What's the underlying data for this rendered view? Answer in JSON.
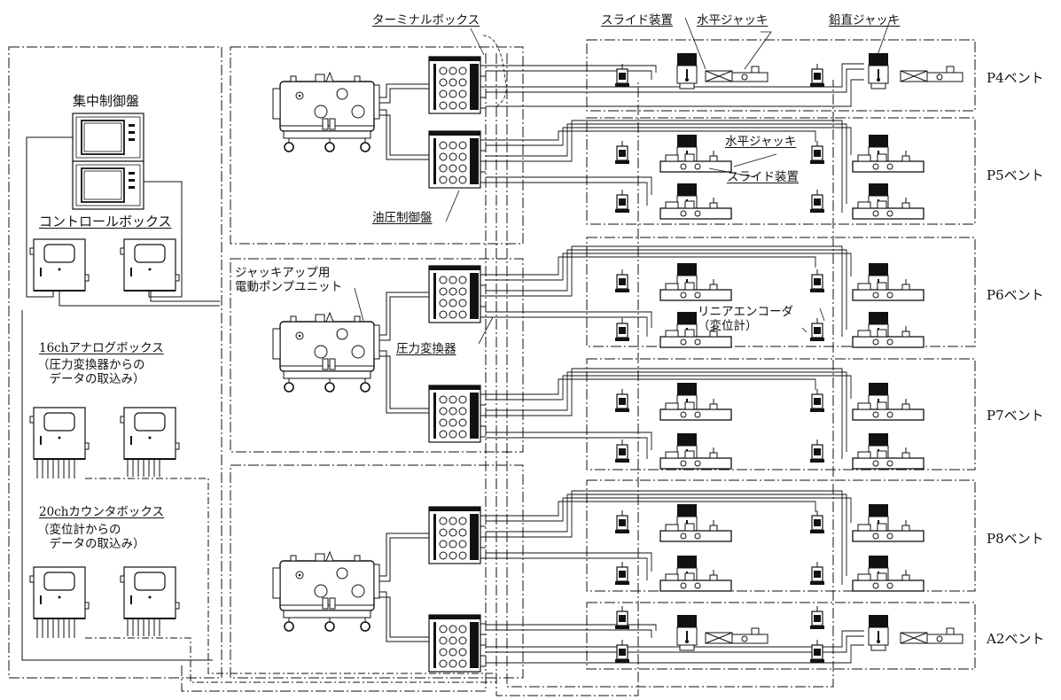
{
  "labels": {
    "central_control_panel": "集中制御盤",
    "control_box": "コントロールボックス",
    "analog_box_title": "16chアナログボックス",
    "analog_box_note": "（圧力変換器からの\n　データの取込み）",
    "counter_box_title": "20chカウンタボックス",
    "counter_box_note": "（変位計からの\n　データの取込み）",
    "jackup_pump": "ジャッキアップ用\n電動ポンプユニット",
    "pressure_transducer": "圧力変換器",
    "hydraulic_panel": "油圧制御盤",
    "terminal_box": "ターミナルボックス",
    "slide_top": "スライド装置",
    "horizontal_jack_top": "水平ジャッキ",
    "vertical_jack": "鉛直ジャッキ",
    "horizontal_jack_mid": "水平ジャッキ",
    "slide_mid": "スライド装置",
    "linear_encoder": "リニアエンコーダ\n（変位計）"
  },
  "bents": [
    "P4ベント",
    "P5ベント",
    "P6ベント",
    "P7ベント",
    "P8ベント",
    "A2ベント"
  ]
}
